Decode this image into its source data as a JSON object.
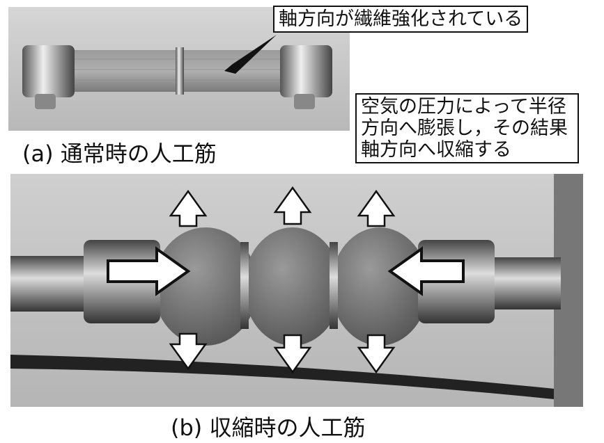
{
  "figure_a": {
    "callout": "軸方向が繊維強化されている",
    "caption": "(a) 通常時の人工筋"
  },
  "figure_b": {
    "callout_lines": [
      "空気の圧力によって半径",
      "方向へ膨張し，その結果",
      "軸方向へ収縮する"
    ],
    "caption": "(b) 収縮時の人工筋"
  }
}
